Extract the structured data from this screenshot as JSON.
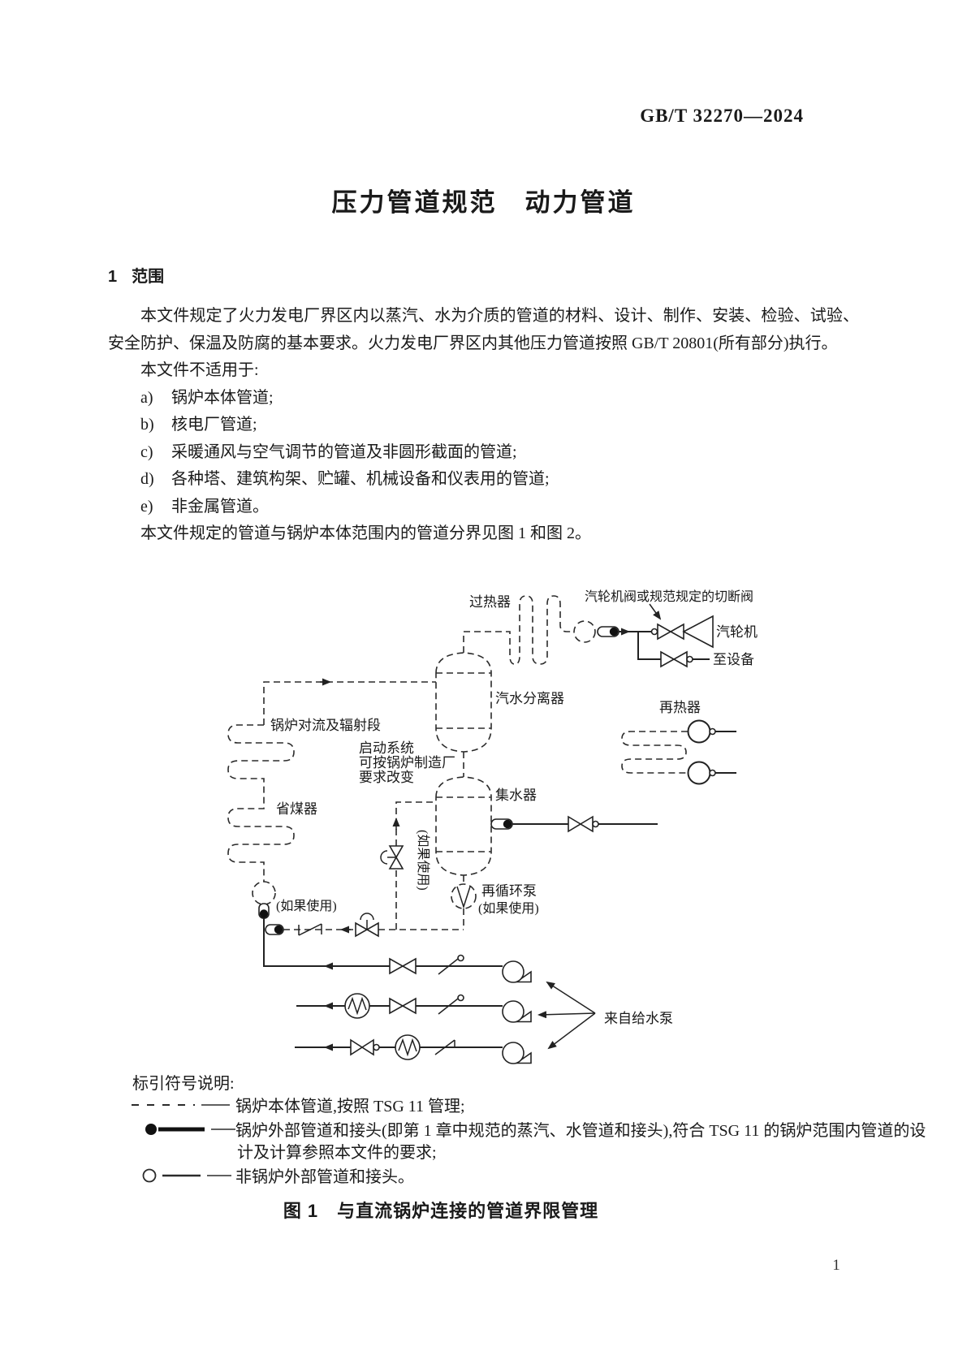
{
  "doc": {
    "number": "GB/T 32270—2024",
    "title": "压力管道规范　动力管道",
    "page_number": "1"
  },
  "section": {
    "number": "1",
    "title": "范围"
  },
  "paragraphs": {
    "p1": "本文件规定了火力发电厂界区内以蒸汽、水为介质的管道的材料、设计、制作、安装、检验、试验、安全防护、保温及防腐的基本要求。火力发电厂界区内其他压力管道按照 GB/T 20801(所有部分)执行。",
    "p2": "本文件不适用于:",
    "p3": "本文件规定的管道与锅炉本体范围内的管道分界见图 1 和图 2。"
  },
  "list": [
    {
      "marker": "a)",
      "text": "锅炉本体管道;"
    },
    {
      "marker": "b)",
      "text": "核电厂管道;"
    },
    {
      "marker": "c)",
      "text": "采暖通风与空气调节的管道及非圆形截面的管道;"
    },
    {
      "marker": "d)",
      "text": "各种塔、建筑构架、贮罐、机械设备和仪表用的管道;"
    },
    {
      "marker": "e)",
      "text": "非金属管道。"
    }
  ],
  "figure": {
    "caption": "图 1　与直流锅炉连接的管道界限管理",
    "labels": {
      "superheater": "过热器",
      "turbine_valve_note": "汽轮机阀或规范规定的切断阀",
      "turbine": "汽轮机",
      "to_equipment": "至设备",
      "separator": "汽水分离器",
      "reheater": "再热器",
      "boiler_convection": "锅炉对流及辐射段",
      "startup_line1": "启动系统",
      "startup_line2": "可按锅炉制造厂",
      "startup_line3": "要求改变",
      "collector": "集水器",
      "economizer": "省煤器",
      "if_used": "(如果使用)",
      "recirc_pump": "再循环泵",
      "from_feed_pump": "来自给水泵"
    },
    "legend": {
      "intro": "标引符号说明:",
      "item_dashed": "锅炉本体管道,按照 TSG 11 管理;",
      "item_filled_line1": "锅炉外部管道和接头(即第 1 章中规范的蒸汽、水管道和接头),符合 TSG 11 的锅炉范围内管道的设",
      "item_filled_line2": "计及计算参照本文件的要求;",
      "item_open": "非锅炉外部管道和接头。"
    }
  }
}
